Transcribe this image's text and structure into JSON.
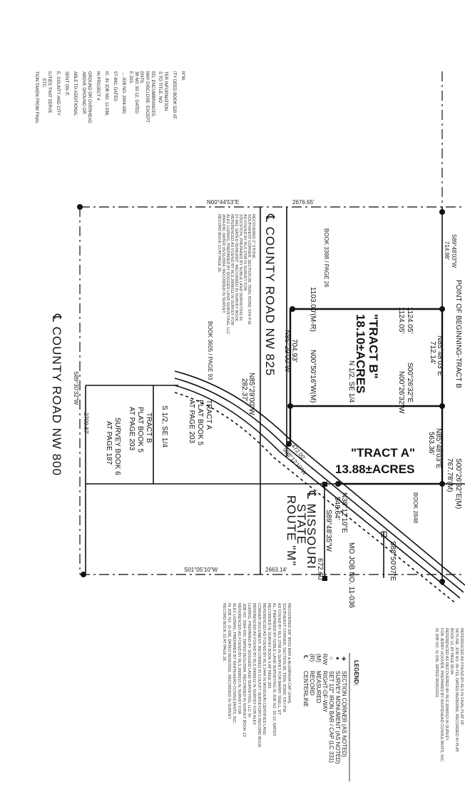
{
  "tracts": {
    "tract_b": {
      "name": "\"TRACT B\"",
      "acres": "18.10±ACRES"
    },
    "tract_a": {
      "name": "\"TRACT A\"",
      "acres": "13.88±ACRES"
    }
  },
  "roads": {
    "nw825": "℄ COUNTY ROAD NW 825",
    "nw800": "℄ COUNTY ROAD NW 800",
    "route_m_1": "℄ MISSOURI",
    "route_m_2": "STATE",
    "route_m_3": "ROUTE \"M\""
  },
  "bearings": [
    "N00°50'16\"W(M)",
    "1103.00'(M-R)",
    "N85°29'00\"W",
    "704.93'",
    "N85°48'03\"E",
    "712.14'",
    "S00°26'32\"E",
    "1124.05'",
    "N00°26'32\"W",
    "1124.05'",
    "N85°48'03\"E",
    "563.36'",
    "767.78'(M)",
    "S00°26'32\"E(M)",
    "S38°12'10\"W",
    "472.00'",
    "N38°12'10\"E",
    "548.64'",
    "S89°48'35\"W",
    "672.60'",
    "S88°50'07\"E",
    "MO JOB NO. 11-036",
    "N85°29'00\"W",
    "282.37'",
    "2676.65'",
    "N00°44'53\"E",
    "2663.14'",
    "S01°05'10\"W",
    "S89°30'32\"W",
    "2709.87'",
    "POINT OF BEGINNING-TRACT B",
    "N 1/2, SE 1/4",
    "S 1/2, SE 1/4",
    "BOOK 3398 / PAGE 26",
    "BOOK 3605 / PAGE 93",
    "BOOK 2848",
    "S89°48'03\"W",
    "714.98'"
  ],
  "plats": {
    "tract_a_plat": [
      "TRACT A",
      "PLAT BOOK 5",
      "AT PAGE 203"
    ],
    "tract_b_plat": [
      "TRACT B",
      "PLAT BOOK 5",
      "AT PAGE 203"
    ],
    "survey": [
      "SURVEY BOOK 6",
      "AT PAGE 187"
    ]
  },
  "notes_top_left": [
    "38 NO. 92-12, DATED",
    "E 203.",
    "→ JOB NO. 2004-030,",
    "07-842, DATED",
    "IC. IN JOB NO. 11-036,",
    "IN PROJECT #",
    "N\"W.",
    "ITY DEED BOOK 520 AT",
    "TER INFORMATION",
    "S TO TITLE. NO",
    "ED, ENCUMBRANCES,",
    "MAY DISCLOSE. EXCEPT",
    "ENTS.",
    "GROUND OR OVERHEAD",
    "ABOVE GROUND OR",
    "ABLE TO ADDITIONAL",
    "SENT ON IT.",
    "E, COUNTY AND CITY",
    "ILITIES THAT SERVE",
    "ETC.",
    "TION TAKEN FROM FINAL"
  ],
  "legend": {
    "title": "LEGEND:",
    "items": [
      {
        "symbol": "◈",
        "label": "SECTION CORNER (AS NOTED)"
      },
      {
        "symbol": "●",
        "label": "SURVEY MONUMENT (AS NOTED)"
      },
      {
        "symbol": "○",
        "label": "SET 1/2\" IRON BAR / CAP (LC 331)"
      },
      {
        "symbol": "R/W",
        "label": "RIGHT-OF-WAY"
      },
      {
        "symbol": "(M)",
        "label": "MEASURED"
      },
      {
        "symbol": "(R)",
        "label": "RECORD"
      },
      {
        "symbol": "℄",
        "label": "CENTERLINE"
      }
    ]
  },
  "notes_right": [
    "REFERENCED AS FOUND BY RLS IN FINAL PLAT OF",
    "SKYLINE, JOB NO. 09-715, DATED 06/28/2006, RECORDED IN PLAT",
    "BOOK 12, AT PAGE 90-94.",
    "REFERENCED AS RECOVERED BY RLS 2006012 IN SURVEY",
    "FOR JERRY HOOVER, PREPARED BY WHITEHEAD CONSULTANTS, INC.",
    "IN JOB NO. 11-036, DATED 06/02/2011."
  ],
  "notes_bottom": [
    "RECOVERED 5/8\" IRON BAR & ALUMINUM CAP (2444),",
    "SOUTHEAST CORNER, SECTION 06, T63N, R33W, 5TH P.M.",
    "AS FOUND BY RLS 2708 IN SURVEY FOR BARRY SNELL, ET",
    "AL, PREPARED BY NOBLE LAND SURVEYING IN JOB NO. 92-12, DATED",
    "RECORDED IN SURVEY BOOK 5 AT PAGE 203.",
    "REFERENCED AS FOUND BY RLS 2444 IN MISSOURI CERTIFIED LAND",
    "CORNER DOCUMENT, RECORDED IN COUNTY SURVEYOR'S RECORD BOOK",
    "REFERENCED AS FOUND BY RLS 2006012 IN SURVEY FOR ALEX",
    "LUDWIG, PREPARED BY DOGGED LAND SURVEYING, LLC IN",
    "JOB NO. 2004-030, DATED 05/11/2004, RECORDED IN SURVEY BOOK 13",
    "REFERENCED AS FOUND BY RLS 2006012 IN SURVEY FOR",
    "ALEX LUDWIG, PREPARED BY WHITEHEAD CONSULTANTS, INC.",
    "IN JOB NO. 11-036, DATED 06/02/2011, RECORDED IN SURVEY",
    "RECORD BOOK 15 AT PAGE 26."
  ],
  "notes_center": [
    "RECOVERED 1\" STONE,",
    "SOUTHWEST CORNER, SECTION 06, T63N, R33W, 5TH P.M.",
    "AS FOUND BY RLS 2708 IN SURVEY FOR",
    "STOCKTON, PREPARED BY NOBLE LAND SURVEYING IN",
    "07-842, DATED 05/06/2007, RECORDED IN SURVEY BOOK",
    "REFERENCED AS FOUND BY RLS 2006012 IN SURVEY FOR",
    "ALEX LUDWIG, PREPARED BY DOGGED LAND SURVEYING, LLC",
    "2004-030, DATED 05/11/2004, RECORDED IN SURVEY",
    "RECORD BOOK 13 AT PAGE 26."
  ]
}
